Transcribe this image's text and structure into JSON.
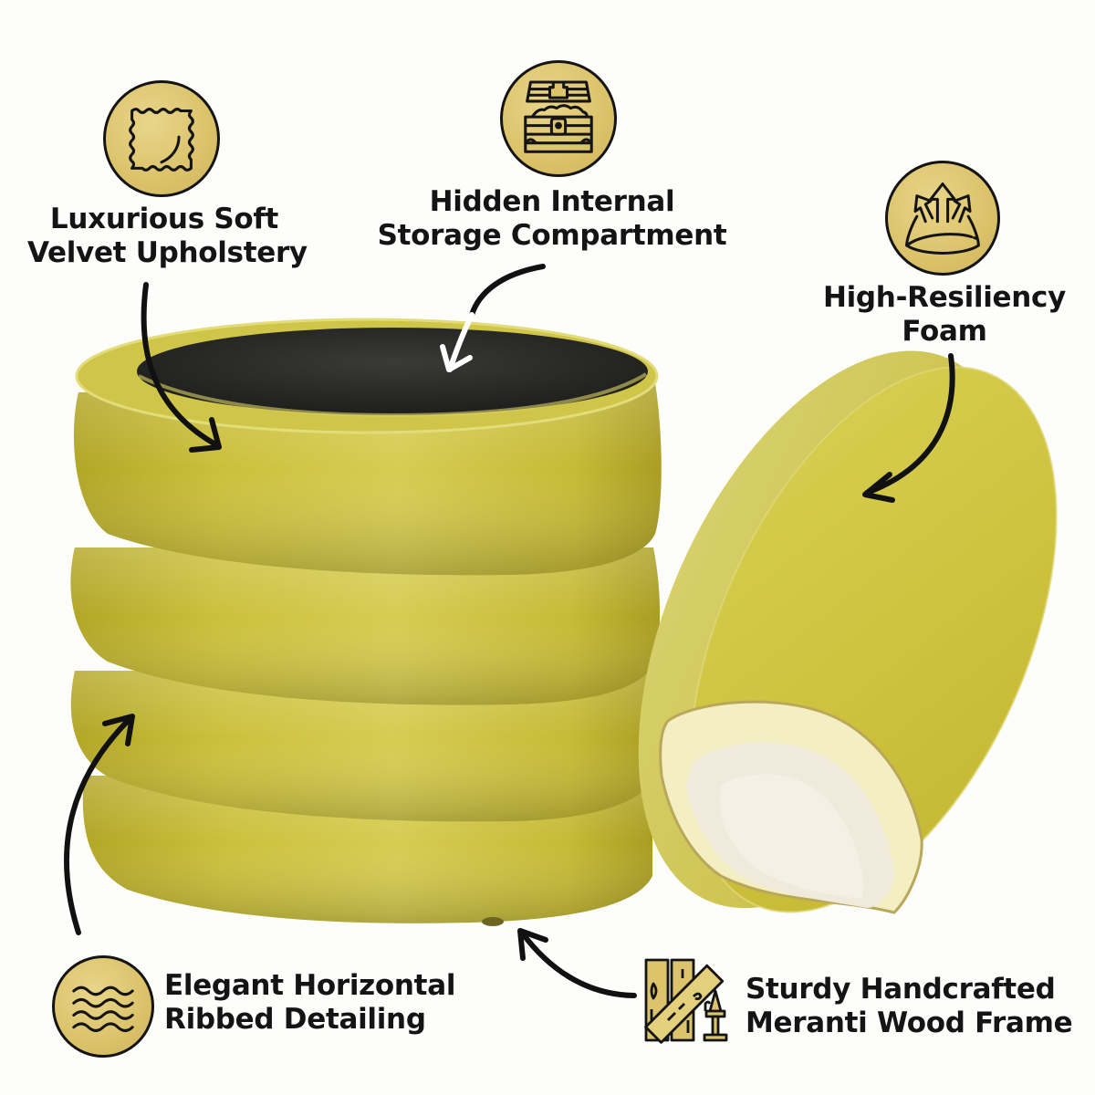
{
  "colors": {
    "background": "#fdfdfb",
    "badge_gold": "#dcc46d",
    "velvet": "#c9bd36",
    "velvet_light": "#d8cf55",
    "velvet_shadow": "#a89c22",
    "interior": "#2a2a28",
    "foam": "#f3efc9",
    "text": "#141414"
  },
  "features": [
    {
      "id": "velvet",
      "icon": "fabric-swatch-icon",
      "line1": "Luxurious Soft",
      "line2": "Velvet Upholstery"
    },
    {
      "id": "storage",
      "icon": "treasure-chest-icon",
      "line1": "Hidden Internal",
      "line2": "Storage Compartment"
    },
    {
      "id": "foam",
      "icon": "cushion-rebound-arrows-icon",
      "line1": "High-Resiliency",
      "line2": "Foam"
    },
    {
      "id": "ribbed",
      "icon": "wavy-lines-icon",
      "line1": "Elegant Horizontal",
      "line2": "Ribbed Detailing"
    },
    {
      "id": "frame",
      "icon": "wood-planks-nail-icon",
      "line1": "Sturdy Handcrafted",
      "line2": "Meranti Wood Frame"
    }
  ],
  "product": {
    "name": "Round ribbed velvet storage ottoman with removable lid",
    "color_name": "Mustard yellow velvet",
    "tiers": 4
  }
}
